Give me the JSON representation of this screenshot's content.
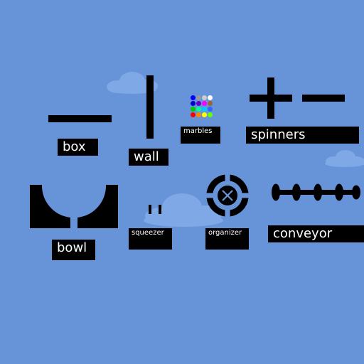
{
  "labels": {
    "box": "box",
    "wall": "wall",
    "marbles": "marbles",
    "spinners": "spinners",
    "bowl": "bowl",
    "squeezer": "squeezer",
    "organizer": "organizer",
    "conveyor": "conveyor"
  },
  "colors": {
    "sky": "#6793d9",
    "cloud": "#7ea8e6",
    "piece": "#000000",
    "label_text": "#ffffff"
  },
  "marble_colors": [
    [
      "#0000ff",
      "#999999",
      "#cccccc",
      "#ffffff"
    ],
    [
      "#0000cc",
      "#6600cc",
      "#ff00ff",
      "#996633"
    ],
    [
      "#00cc00",
      "#00ff99",
      "#00ccff",
      "#3366ff"
    ],
    [
      "#ff0000",
      "#ff8800",
      "#ffff00",
      "#66ff00"
    ]
  ]
}
